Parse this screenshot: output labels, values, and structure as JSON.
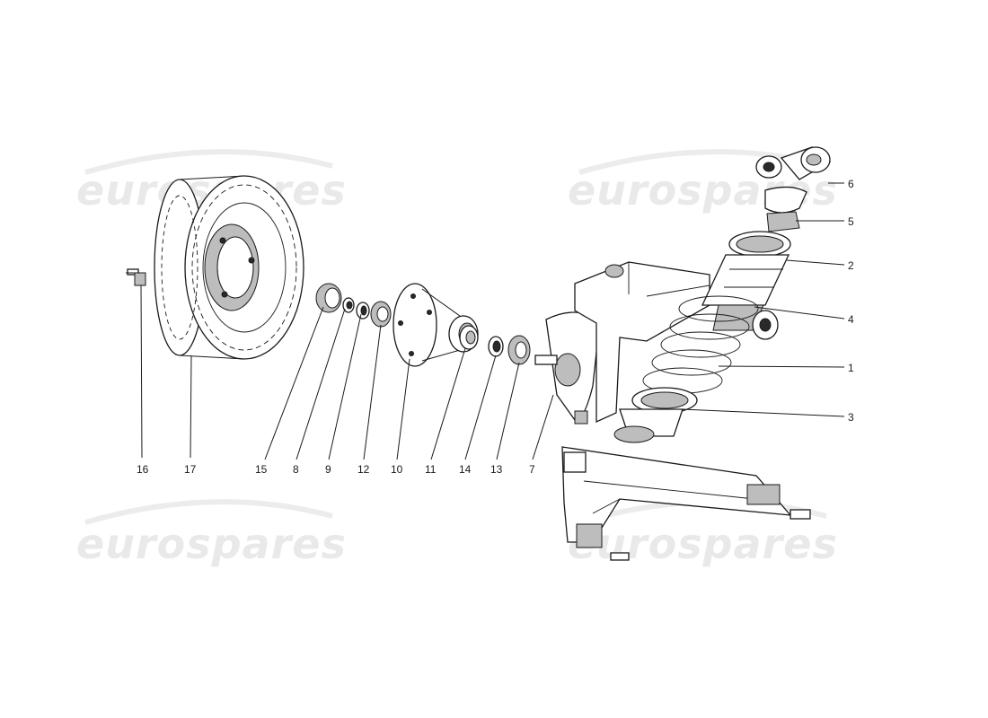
{
  "watermarks": [
    "eurospares",
    "eurospares",
    "eurospares",
    "eurospares"
  ],
  "callouts": [
    {
      "id": "c16",
      "text": "16"
    },
    {
      "id": "c17",
      "text": "17"
    },
    {
      "id": "c15",
      "text": "15"
    },
    {
      "id": "c8",
      "text": "8"
    },
    {
      "id": "c9",
      "text": "9"
    },
    {
      "id": "c12",
      "text": "12"
    },
    {
      "id": "c10",
      "text": "10"
    },
    {
      "id": "c11",
      "text": "11"
    },
    {
      "id": "c14",
      "text": "14"
    },
    {
      "id": "c13",
      "text": "13"
    },
    {
      "id": "c7",
      "text": "7"
    },
    {
      "id": "c6",
      "text": "6"
    },
    {
      "id": "c5",
      "text": "5"
    },
    {
      "id": "c2",
      "text": "2"
    },
    {
      "id": "c4",
      "text": "4"
    },
    {
      "id": "c1",
      "text": "1"
    },
    {
      "id": "c3",
      "text": "3"
    }
  ]
}
